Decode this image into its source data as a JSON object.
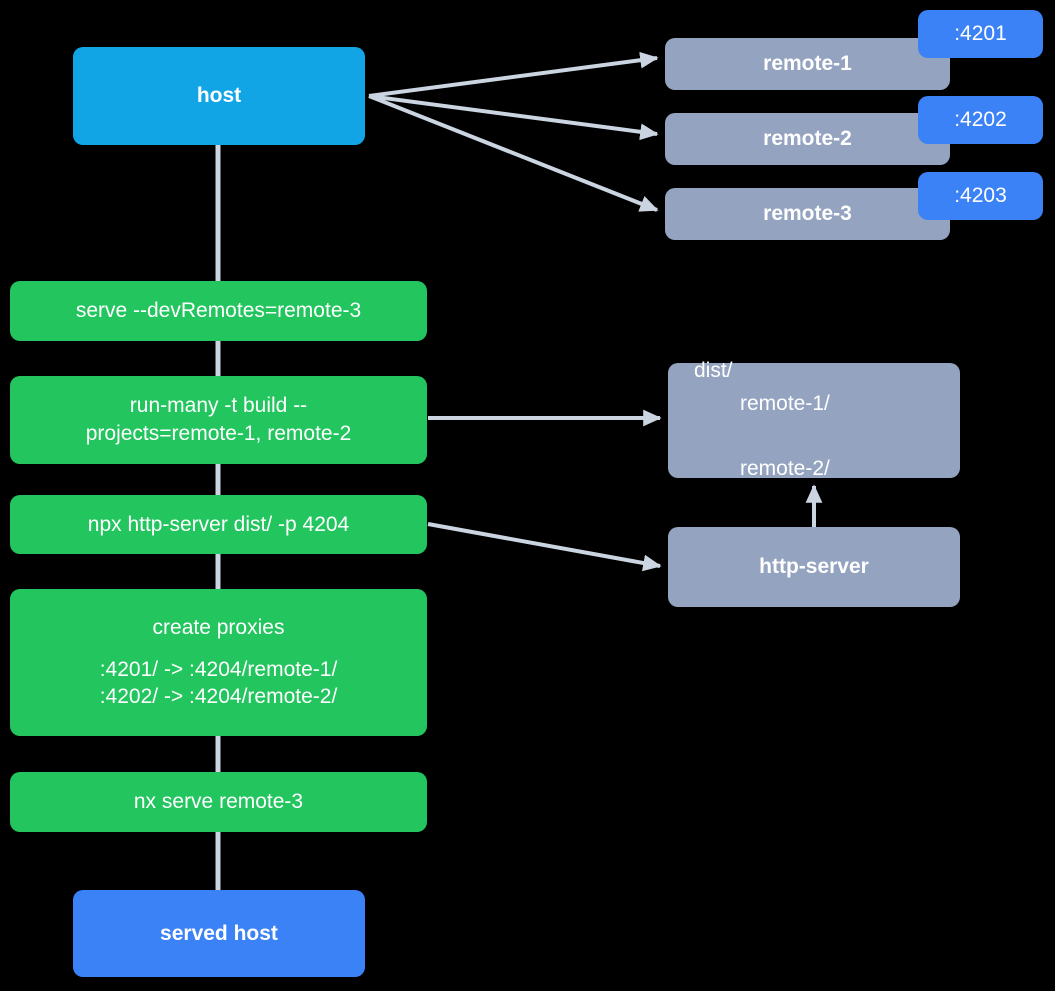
{
  "diagram": {
    "title": "Nx module federation host and remotes serving flow",
    "background": "#000000",
    "edge_color": "#cbd5e1",
    "colors": {
      "host": "#12a5e5",
      "served_host": "#3b82f6",
      "remote": "#94a3bf",
      "command": "#22c55e",
      "artifact": "#94a3bf",
      "service": "#94a3bf",
      "badge": "#3b82f6",
      "text": "#ffffff"
    }
  },
  "nodes": {
    "host": {
      "label": "host"
    },
    "served_host": {
      "label": "served host"
    },
    "remotes": [
      {
        "label": "remote-1",
        "port": ":4201"
      },
      {
        "label": "remote-2",
        "port": ":4202"
      },
      {
        "label": "remote-3",
        "port": ":4203"
      }
    ],
    "commands": [
      {
        "id": "serve",
        "label": "serve --devRemotes=remote-3"
      },
      {
        "id": "run-many",
        "label": "run-many -t build --\nprojects=remote-1, remote-2"
      },
      {
        "id": "http-server-cmd",
        "label": "npx http-server dist/ -p 4204"
      },
      {
        "id": "create-proxies",
        "title": "create proxies",
        "lines": [
          ":4201/ -> :4204/remote-1/",
          ":4202/ -> :4204/remote-2/"
        ]
      },
      {
        "id": "nx-serve",
        "label": "nx serve remote-3"
      }
    ],
    "dist": {
      "root": "dist/",
      "children": [
        "remote-1/",
        "remote-2/"
      ]
    },
    "http_server": {
      "label": "http-server"
    }
  },
  "edges": [
    {
      "from": "host",
      "to": "remote-1",
      "kind": "arrow"
    },
    {
      "from": "host",
      "to": "remote-2",
      "kind": "arrow"
    },
    {
      "from": "host",
      "to": "remote-3",
      "kind": "arrow"
    },
    {
      "from": "host",
      "to": "serve",
      "kind": "line"
    },
    {
      "from": "serve",
      "to": "run-many",
      "kind": "line"
    },
    {
      "from": "run-many",
      "to": "dist",
      "kind": "arrow"
    },
    {
      "from": "run-many",
      "to": "http-server-cmd",
      "kind": "line"
    },
    {
      "from": "http-server-cmd",
      "to": "http-server",
      "kind": "arrow"
    },
    {
      "from": "http-server-cmd",
      "to": "create-proxies",
      "kind": "line"
    },
    {
      "from": "http-server",
      "to": "dist",
      "kind": "arrow"
    },
    {
      "from": "create-proxies",
      "to": "nx-serve",
      "kind": "line"
    },
    {
      "from": "nx-serve",
      "to": "served-host",
      "kind": "line"
    }
  ]
}
